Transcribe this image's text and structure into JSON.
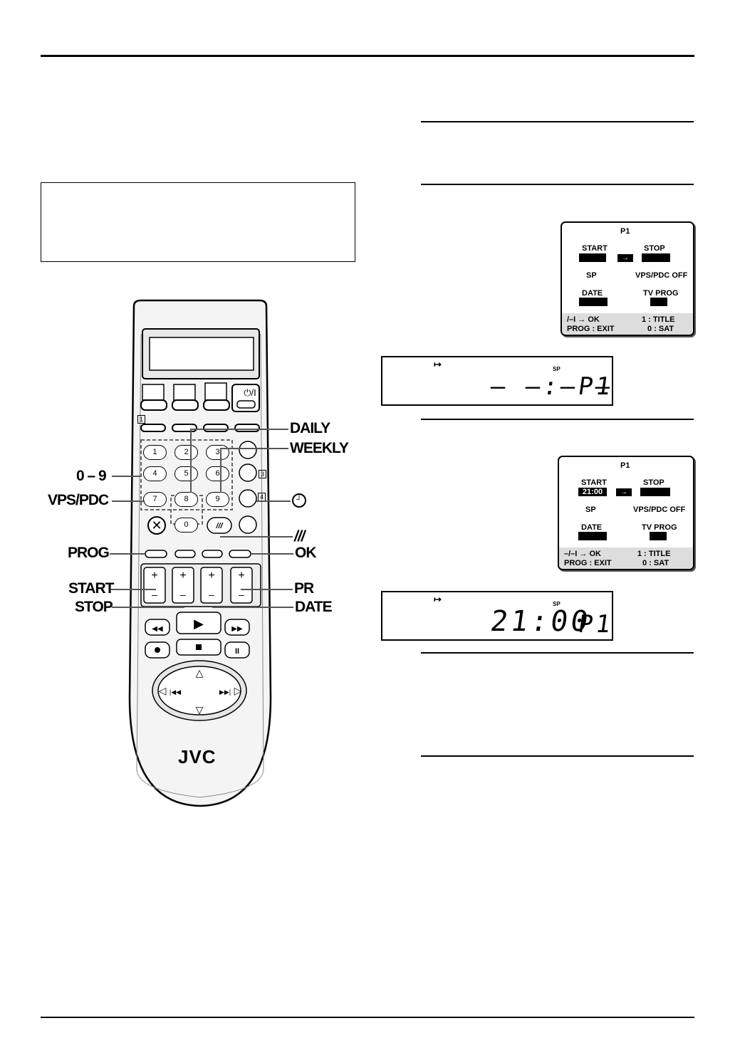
{
  "osd1": {
    "title": "P1",
    "start": "START",
    "start_value": "",
    "stop": "STOP",
    "stop_value": "",
    "sp": "SP",
    "vpspdc": "VPS/PDC OFF",
    "date": "DATE",
    "tvprog": "TV PROG",
    "footer_l1": "/–I → OK",
    "footer_l2": "PROG : EXIT",
    "footer_r1": "1 : TITLE",
    "footer_r2": "0 : SAT"
  },
  "lcd1": {
    "sp": "SP",
    "display": "– –:– –",
    "prog": "P1"
  },
  "osd2": {
    "title": "P1",
    "start": "START",
    "start_value": "21:00",
    "stop": "STOP",
    "stop_value": "",
    "sp": "SP",
    "vpspdc": "VPS/PDC OFF",
    "date": "DATE",
    "tvprog": "TV PROG",
    "footer_l1": "–/–I → OK",
    "footer_l2": "PROG : EXIT",
    "footer_r1": "1 : TITLE",
    "footer_r2": "0 : SAT"
  },
  "lcd2": {
    "sp": "SP",
    "display": "21:00",
    "prog": "P1"
  },
  "callouts": {
    "daily": "DAILY",
    "weekly": "WEEKLY",
    "zero_nine": "0 – 9",
    "vpspdc": "VPS/PDC",
    "slashes": "///",
    "prog": "PROG",
    "ok": "OK",
    "start": "START",
    "pr": "PR",
    "stop": "STOP",
    "date": "DATE"
  },
  "remote": {
    "brand": "JVC",
    "power": "⏻/I",
    "keys": [
      "1",
      "2",
      "3",
      "4",
      "5",
      "6",
      "7",
      "8",
      "9",
      "0"
    ],
    "markers": {
      "m1": "1",
      "m3": "3",
      "m4": "4"
    }
  }
}
